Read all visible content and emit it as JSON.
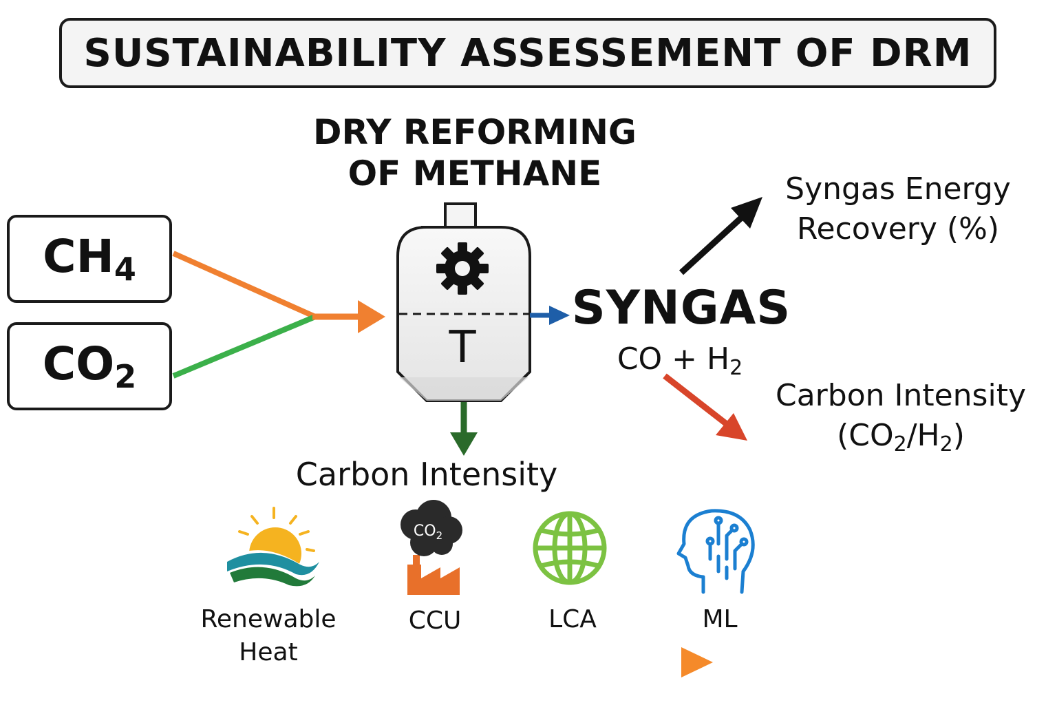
{
  "title": "SUSTAINABILITY ASSESSEMENT OF DRM",
  "reactor": {
    "title_line1": "DRY REFORMING",
    "title_line2": "OF METHANE",
    "temperature_symbol": "T",
    "gear_icon": "gear-icon"
  },
  "inputs": [
    {
      "base": "CH",
      "subscript": "4",
      "arrow_color": "#f08030"
    },
    {
      "base": "CO",
      "subscript": "2",
      "arrow_color": "#3bb04a"
    }
  ],
  "syngas": {
    "label": "SYNGAS",
    "formula_prefix": "CO + H",
    "formula_sub": "2"
  },
  "outputs": {
    "energy_recovery": {
      "line1": "Syngas Energy",
      "line2": "Recovery (%)"
    },
    "carbon_intensity_syngas": {
      "line1": "Carbon Intensity",
      "line2_open": "(CO",
      "line2_sub1": "2",
      "line2_mid": "/H",
      "line2_sub2": "2",
      "line2_close": ")"
    },
    "carbon_intensity_reactor": "Carbon Intensity"
  },
  "tools": [
    {
      "icon": "renewable-heat-icon",
      "line1": "Renewable",
      "line2": "Heat",
      "color": "#f5b320"
    },
    {
      "icon": "co2-factory-icon",
      "line1": "CCU",
      "line2": "",
      "color": "#e8702a",
      "icon_text_base": "CO",
      "icon_text_sub": "2"
    },
    {
      "icon": "globe-icon",
      "line1": "LCA",
      "line2": "",
      "color": "#7cc242"
    },
    {
      "icon": "ai-head-icon",
      "line1": "ML",
      "line2": "",
      "color": "#1b7fd1"
    }
  ],
  "colors": {
    "orange": "#f08030",
    "green": "#3bb04a",
    "blue": "#1e5ea8",
    "dark_green": "#2a6a2a",
    "red": "#d8452a",
    "black": "#111111"
  }
}
